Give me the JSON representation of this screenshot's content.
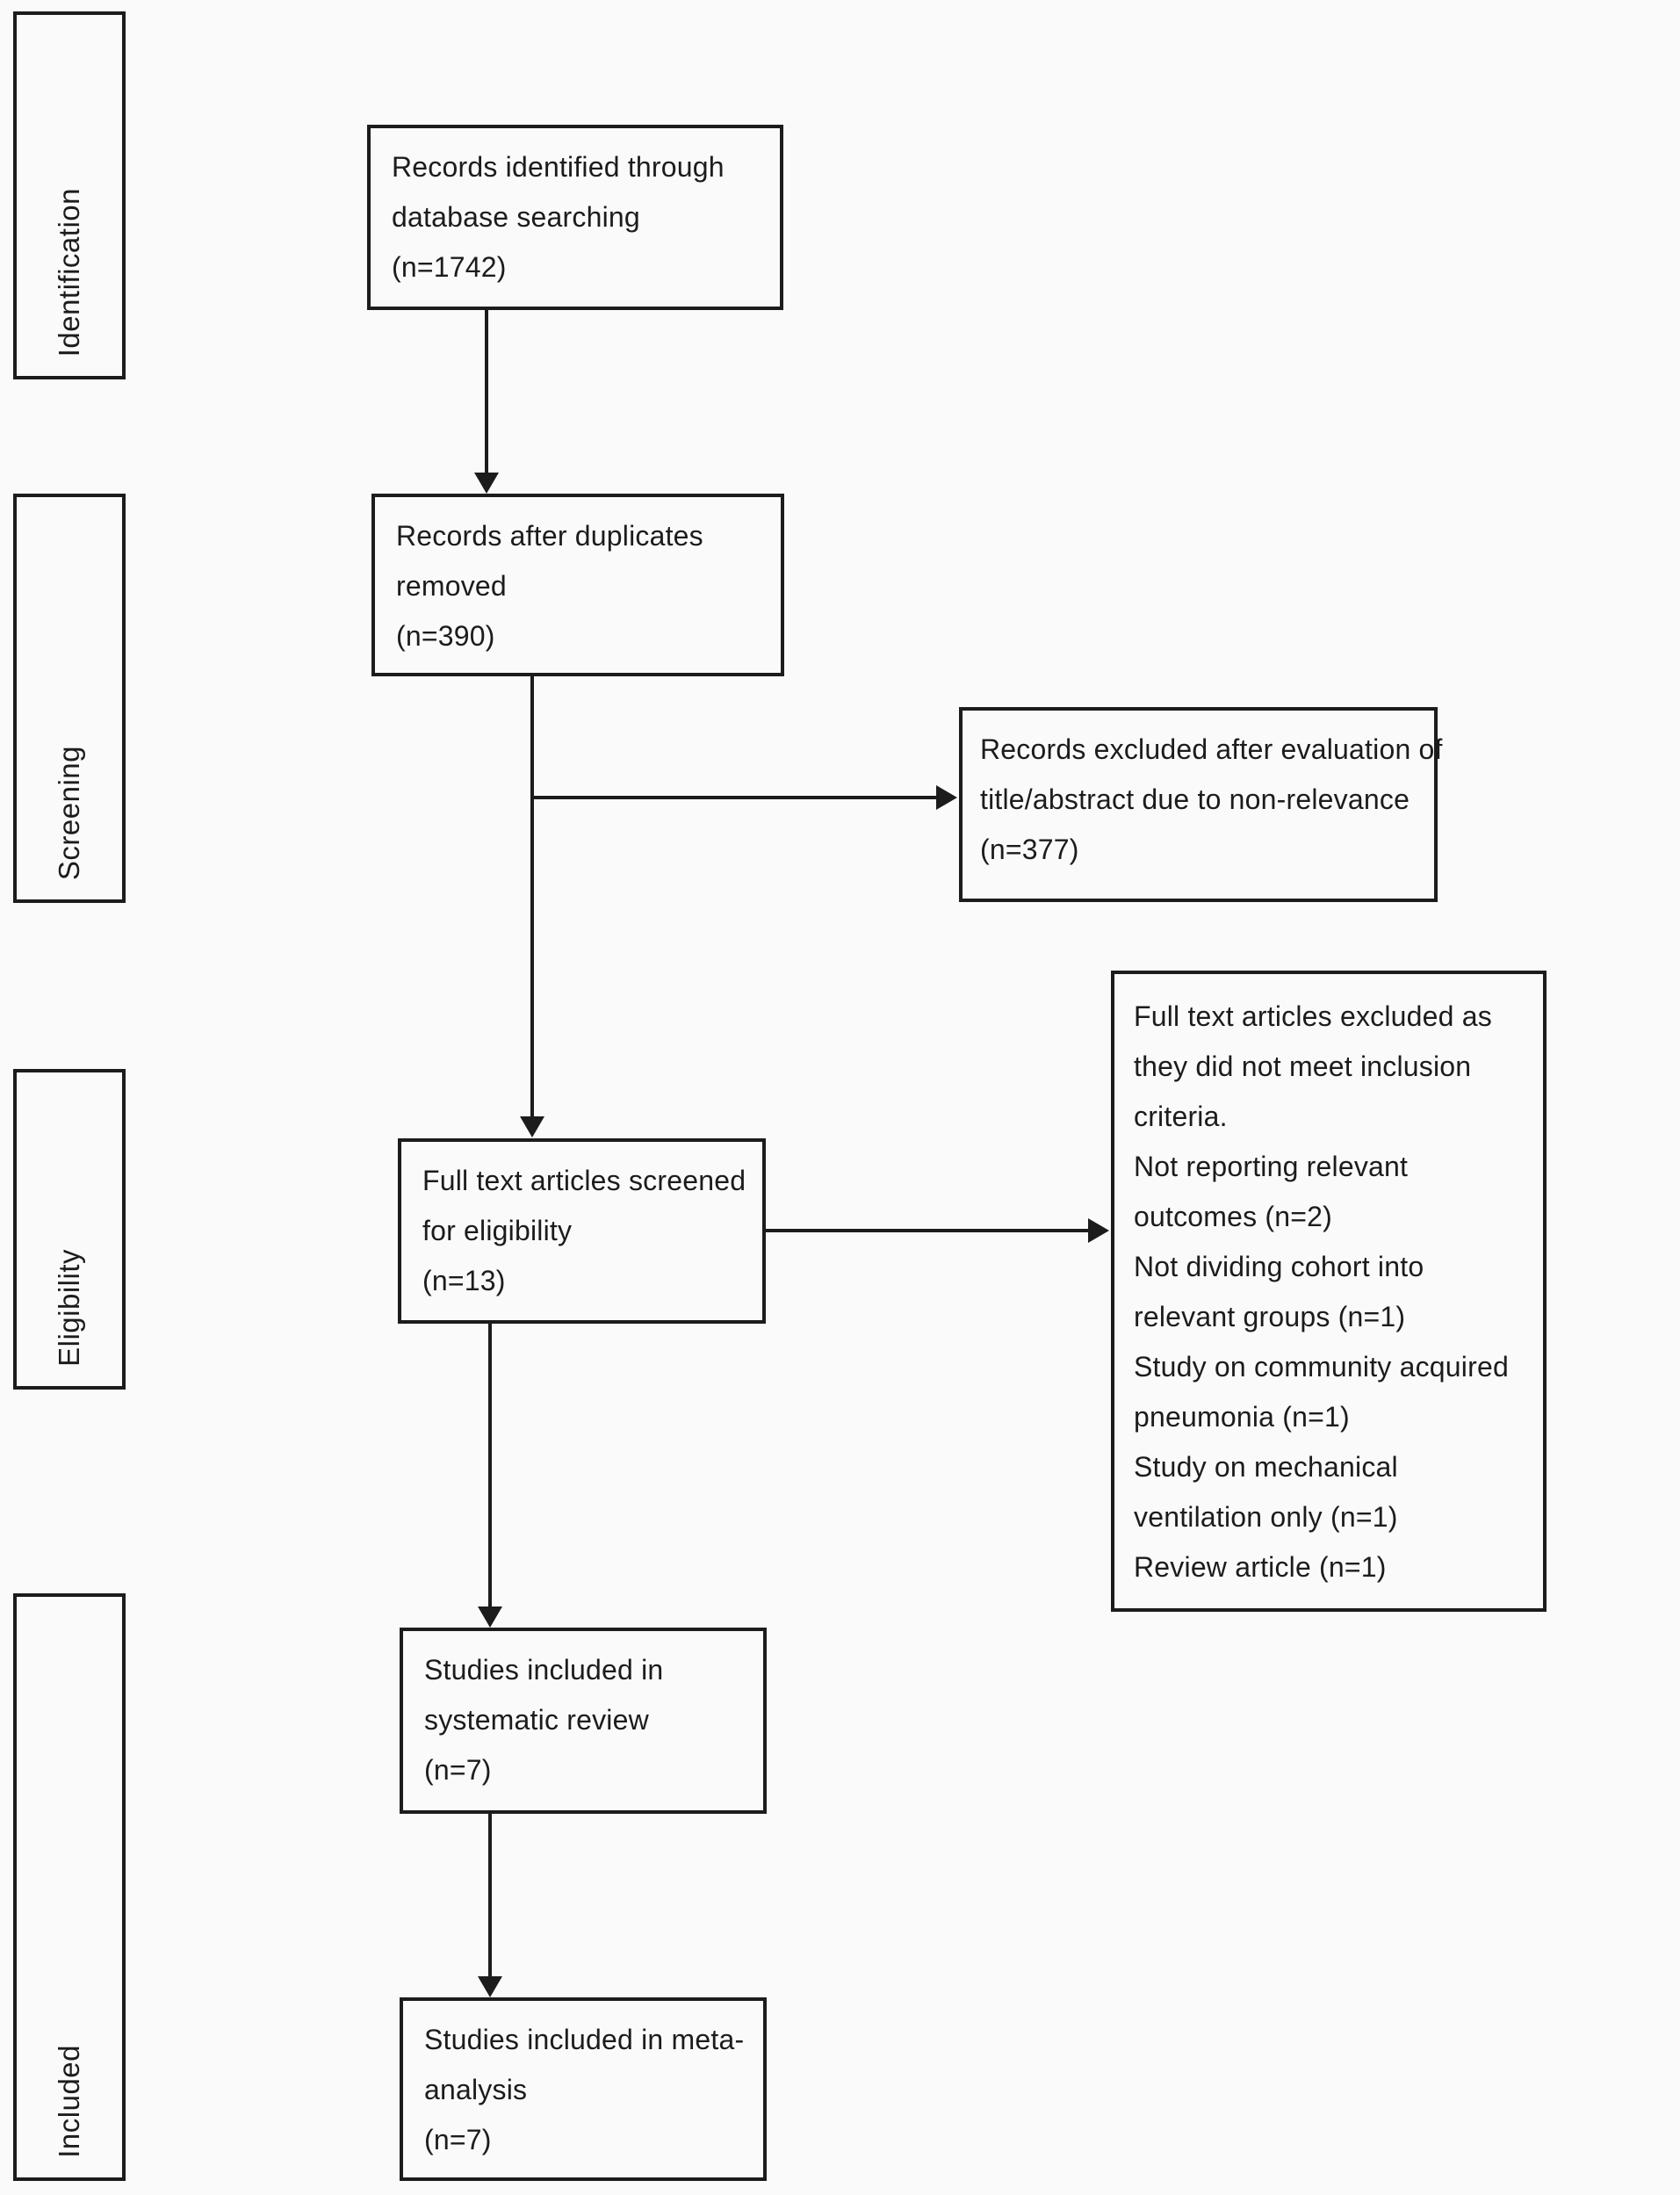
{
  "colors": {
    "ink": "#1c1c1c",
    "background": "#fafafa"
  },
  "stages": [
    {
      "label": "Identification"
    },
    {
      "label": "Screening"
    },
    {
      "label": "Eligibility"
    },
    {
      "label": "Included"
    }
  ],
  "boxes": {
    "identified": {
      "lines": [
        "Records identified through",
        "database searching",
        "(n=1742)"
      ]
    },
    "deduplicated": {
      "lines": [
        "Records after duplicates",
        "removed",
        "(n=390)"
      ]
    },
    "excluded_title_abstract": {
      "lines": [
        "Records excluded after evaluation of",
        "title/abstract due to non-relevance",
        "(n=377)"
      ]
    },
    "fulltext_screened": {
      "lines": [
        "Full text articles screened",
        "for eligibility",
        "(n=13)"
      ]
    },
    "fulltext_excluded": {
      "lines": [
        "Full text articles excluded as",
        "they did not meet inclusion",
        "criteria.",
        "Not reporting relevant",
        "outcomes (n=2)",
        "Not dividing cohort into",
        "relevant groups (n=1)",
        "Study on community acquired",
        "pneumonia (n=1)",
        "Study on mechanical",
        "ventilation only (n=1)",
        "Review article (n=1)"
      ]
    },
    "systematic_review": {
      "lines": [
        "Studies included in",
        "systematic review",
        "(n=7)"
      ]
    },
    "meta_analysis": {
      "lines": [
        "Studies included in meta-",
        "analysis",
        "(n=7)"
      ]
    }
  }
}
